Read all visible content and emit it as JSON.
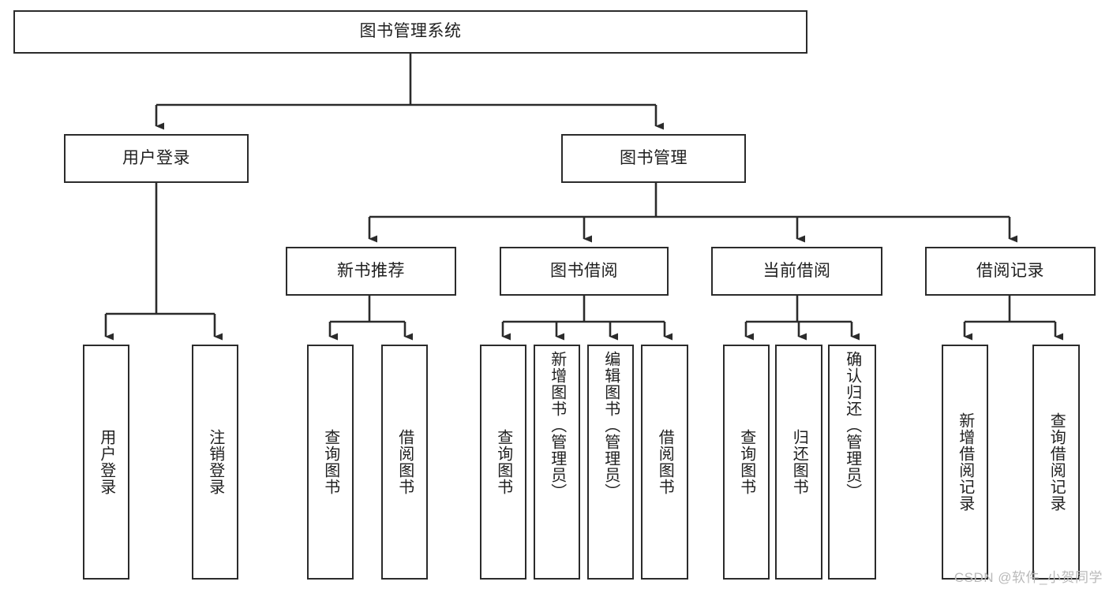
{
  "diagram": {
    "title": "图书管理系统",
    "type": "tree-hierarchy-chart",
    "colors": {
      "stroke": "#2b2b2b",
      "fill": "#ffffff",
      "text": "#1f1f1f",
      "watermark": "#b9b9b9"
    },
    "root": {
      "label": "图书管理系统"
    },
    "level2": [
      {
        "label": "用户登录"
      },
      {
        "label": "图书管理"
      }
    ],
    "level3": [
      {
        "label": "新书推荐"
      },
      {
        "label": "图书借阅"
      },
      {
        "label": "当前借阅"
      },
      {
        "label": "借阅记录"
      }
    ],
    "leaves": {
      "user_login": [
        {
          "label": "用户登录"
        },
        {
          "label": "注销登录"
        }
      ],
      "new_book_recommend": [
        {
          "label": "查询图书"
        },
        {
          "label": "借阅图书"
        }
      ],
      "book_borrow": [
        {
          "label": "查询图书"
        },
        {
          "label": "新增图书（管理员）"
        },
        {
          "label": "编辑图书（管理员）"
        },
        {
          "label": "借阅图书"
        }
      ],
      "current_borrow": [
        {
          "label": "查询图书"
        },
        {
          "label": "归还图书"
        },
        {
          "label": "确认归还（管理员）"
        }
      ],
      "borrow_records": [
        {
          "label": "新增借阅记录"
        },
        {
          "label": "查询借阅记录"
        }
      ]
    }
  },
  "watermark": {
    "text": "CSDN @软件_小贺同学"
  }
}
